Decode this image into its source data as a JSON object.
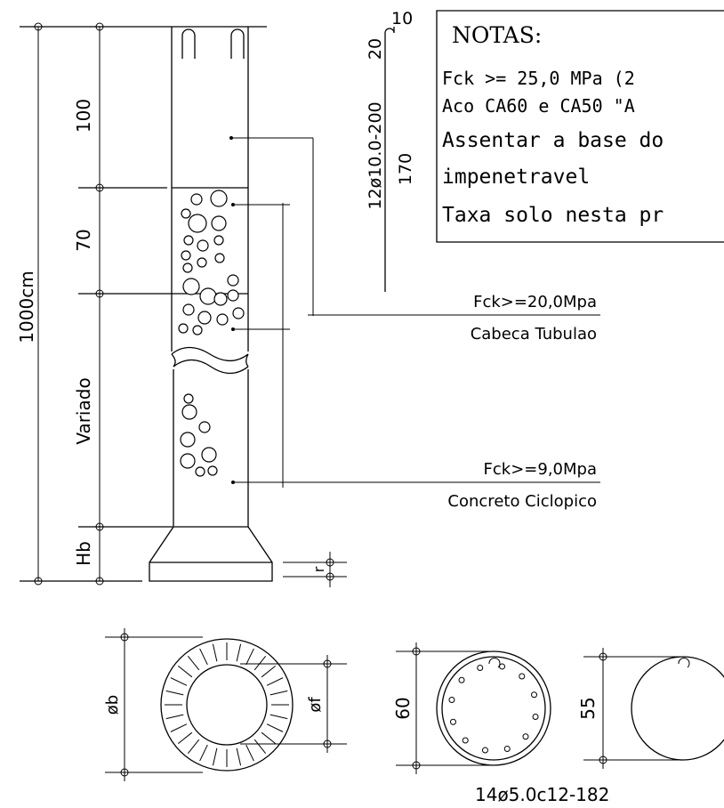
{
  "notes": {
    "title": "NOTAS:",
    "lines": [
      "Fck >= 25,0 MPa (2",
      "Aco CA60 e CA50 \"A",
      "Assentar a base do",
      "impenetravel",
      "Taxa solo nesta pr"
    ]
  },
  "dimensions": {
    "total": "1000cm",
    "top_segment": "100",
    "mid_segment": "70",
    "variable_segment": "Variado",
    "base_height": "Hb",
    "base_r": "r"
  },
  "rebar_spec": {
    "hook": "10",
    "leg": "20",
    "main": "12ø10.0-200",
    "length": "170"
  },
  "labels": {
    "head_fck": "Fck>=20,0Mpa",
    "head_name": "Cabeca Tubulao",
    "shaft_fck": "Fck>=9,0Mpa",
    "shaft_name": "Concreto Ciclopico"
  },
  "sections": {
    "base_diameter": "øb",
    "shaft_diameter": "øf",
    "head_diameter": "60",
    "inner_diameter": "55",
    "stirrups": "14ø5.0c12-182"
  }
}
